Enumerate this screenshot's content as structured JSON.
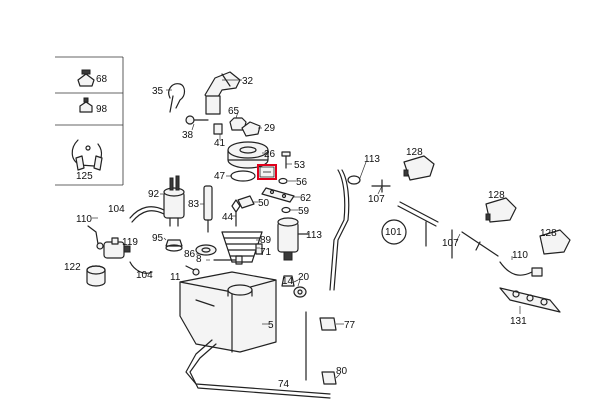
{
  "highlight_color": "#e0001b",
  "callouts": {
    "c32": "32",
    "c35": "35",
    "c65": "65",
    "c38": "38",
    "c41": "41",
    "c29": "29",
    "c26": "26",
    "c53": "53",
    "c47": "47",
    "c56": "56",
    "c62": "62",
    "c59": "59",
    "c50": "50",
    "c44": "44",
    "c83": "83",
    "c92": "92",
    "c104a": "104",
    "c110a": "110",
    "c119": "119",
    "c95": "95",
    "c86": "86",
    "c8": "8",
    "c89": "89",
    "c71": "71",
    "c113a": "113",
    "c122": "122",
    "c104b": "104",
    "c11": "11",
    "c14": "14",
    "c20": "20",
    "c5": "5",
    "c77": "77",
    "c74": "74",
    "c80": "80",
    "c113b": "113",
    "c107a": "107",
    "c101": "101",
    "c107b": "107",
    "c128a": "128",
    "c128b": "128",
    "c128c": "128",
    "c110b": "110",
    "c131": "131"
  },
  "insets": {
    "i68": "68",
    "i98": "98",
    "i125": "125"
  }
}
